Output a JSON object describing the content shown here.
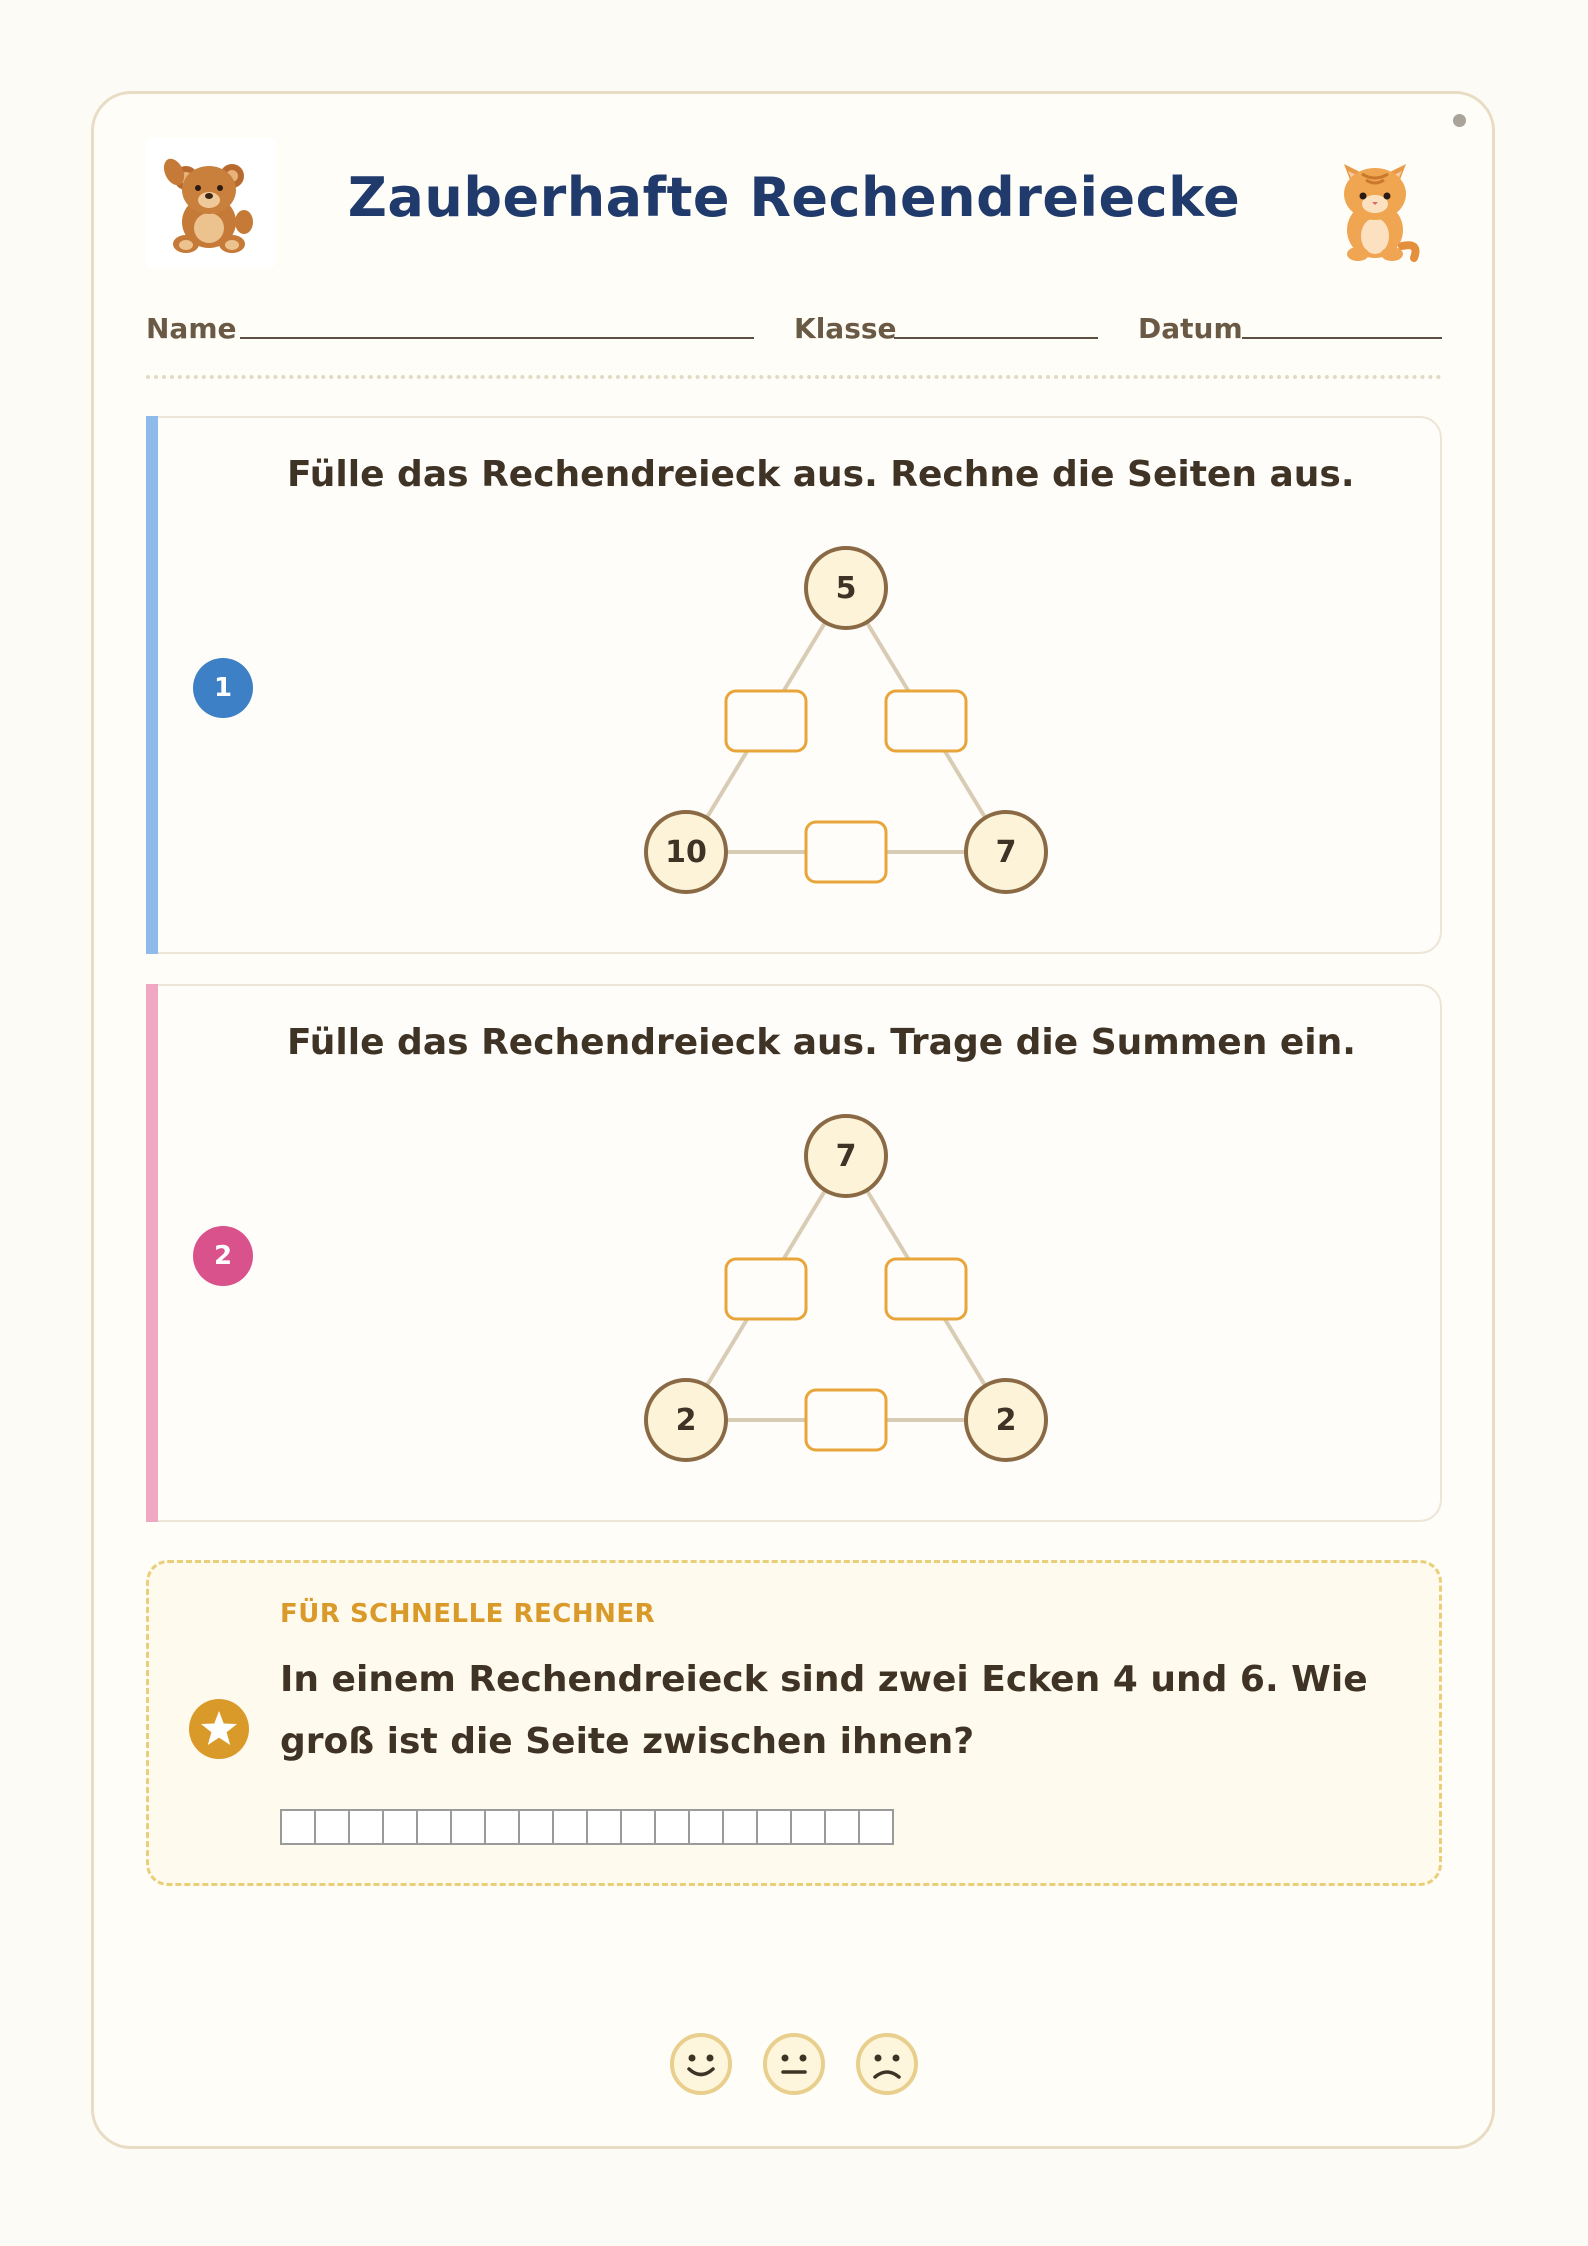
{
  "header": {
    "title": "Zauberhafte Rechendreiecke",
    "fields": {
      "name": "Name",
      "klasse": "Klasse",
      "datum": "Datum"
    }
  },
  "tasks": [
    {
      "number": "1",
      "prompt": "Fülle das Rechendreieck aus. Rechne die Seiten aus.",
      "accent": "#8fbbea",
      "badge_color": "#3e80c5",
      "corners": {
        "top": "5",
        "left": "10",
        "right": "7"
      }
    },
    {
      "number": "2",
      "prompt": "Fülle das Rechendreieck aus. Trage die Summen ein.",
      "accent": "#f0a7c1",
      "badge_color": "#d9528b",
      "corners": {
        "top": "7",
        "left": "2",
        "right": "2"
      }
    }
  ],
  "challenge": {
    "heading": "FÜR SCHNELLE RECHNER",
    "question": "In einem Rechendreieck sind zwei Ecken 4 und 6. Wie groß ist die Seite zwischen ihnen?",
    "answer_cells": 18
  },
  "self_assessment": [
    "happy-face-icon",
    "neutral-face-icon",
    "sad-face-icon"
  ],
  "colors": {
    "title": "#1f3a6b",
    "corner_fill": "#fdf3d8",
    "corner_stroke": "#8a6a45",
    "box_stroke": "#e8a53a",
    "star_badge": "#d99a2a"
  }
}
